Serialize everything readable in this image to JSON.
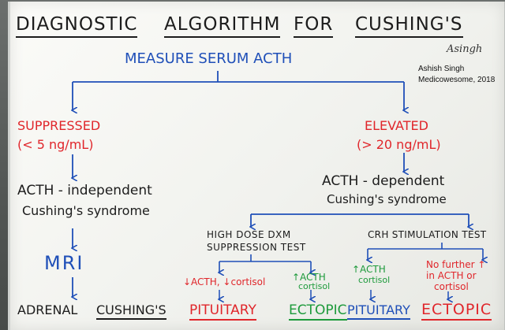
{
  "title": {
    "words": [
      "DIAGNOSTIC",
      "ALGORITHM",
      "FOR",
      "CUSHING'S"
    ]
  },
  "credit": {
    "signature": "Asingh",
    "author": "Ashish Singh",
    "source": "Medicowesome, 2018"
  },
  "root": "MEASURE  SERUM  ACTH",
  "left_branch": {
    "label": "SUPPRESSED",
    "range": "(< 5 ng/mL)",
    "diagnosis_line1": "ACTH - independent",
    "diagnosis_line2": "Cushing's  syndrome",
    "test": "MRI",
    "result_part1": "ADRENAL",
    "result_part2": "CUSHING'S"
  },
  "right_branch": {
    "label": "ELEVATED",
    "range": "(> 20 ng/mL)",
    "diagnosis_line1": "ACTH - dependent",
    "diagnosis_line2": "Cushing's  syndrome",
    "dxm_test": {
      "line1": "HIGH  DOSE  DXM",
      "line2": "SUPPRESSION  TEST",
      "outcome_a": "↓ACTH, ↓cortisol",
      "outcome_b_line1": "↑ACTH",
      "outcome_b_line2": "cortisol",
      "result_a": "PITUITARY",
      "result_b": "ECTOPIC"
    },
    "crh_test": {
      "label": "CRH  STIMULATION  TEST",
      "outcome_a_line1": "↑ACTH",
      "outcome_a_line2": "cortisol",
      "outcome_b_line1": "No further ↑",
      "outcome_b_line2": "in ACTH or",
      "outcome_b_line3": "cortisol",
      "result_a": "PITUITARY",
      "result_b": "ECTOPIC"
    }
  },
  "colors": {
    "black_ink": "#1c1c1c",
    "blue_ink": "#1f4fb8",
    "red_ink": "#e0262b",
    "green_ink": "#1d9a3b"
  }
}
